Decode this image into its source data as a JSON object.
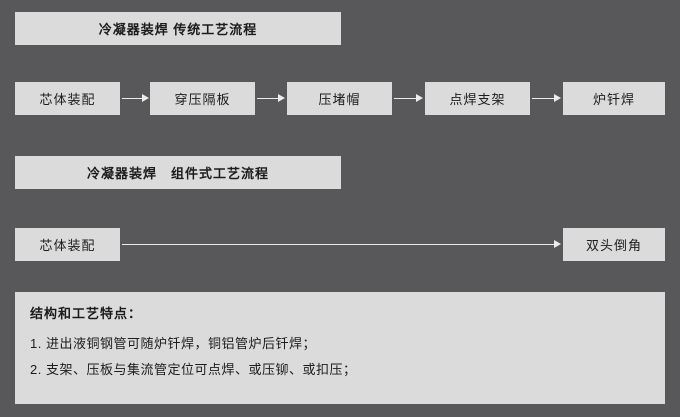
{
  "colors": {
    "bg": "#58585b",
    "box": "#dbdbdb",
    "text": "#1c1c1c",
    "arrow": "#ececec"
  },
  "section1": {
    "title": "冷凝器装焊  传统工艺流程"
  },
  "flow1": {
    "steps": [
      {
        "label": "芯体装配"
      },
      {
        "label": "穿压隔板"
      },
      {
        "label": "压堵帽"
      },
      {
        "label": "点焊支架"
      },
      {
        "label": "炉钎焊"
      }
    ]
  },
  "section2": {
    "title": "冷凝器装焊　组件式工艺流程"
  },
  "flow2": {
    "steps": [
      {
        "label": "芯体装配"
      },
      {
        "label": "双头倒角"
      }
    ]
  },
  "notes": {
    "heading": "结构和工艺特点：",
    "items": [
      "1. 进出液铜钢管可随炉钎焊，铜铝管炉后钎焊；",
      "2. 支架、压板与集流管定位可点焊、或压铆、或扣压；"
    ]
  }
}
